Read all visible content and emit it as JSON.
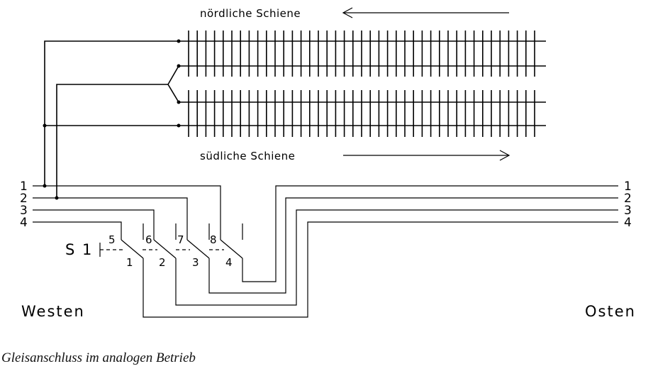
{
  "labels": {
    "north_rail": "nördliche Schiene",
    "south_rail": "südliche Schiene",
    "west": "Westen",
    "east": "Osten",
    "switch": "S 1"
  },
  "wires_left": [
    "1",
    "2",
    "3",
    "4"
  ],
  "wires_right": [
    "1",
    "2",
    "3",
    "4"
  ],
  "contacts_top": [
    "5",
    "6",
    "7",
    "8"
  ],
  "contacts_bottom": [
    "1",
    "2",
    "3",
    "4"
  ],
  "caption": "Gleisanschluss im analogen Betrieb"
}
